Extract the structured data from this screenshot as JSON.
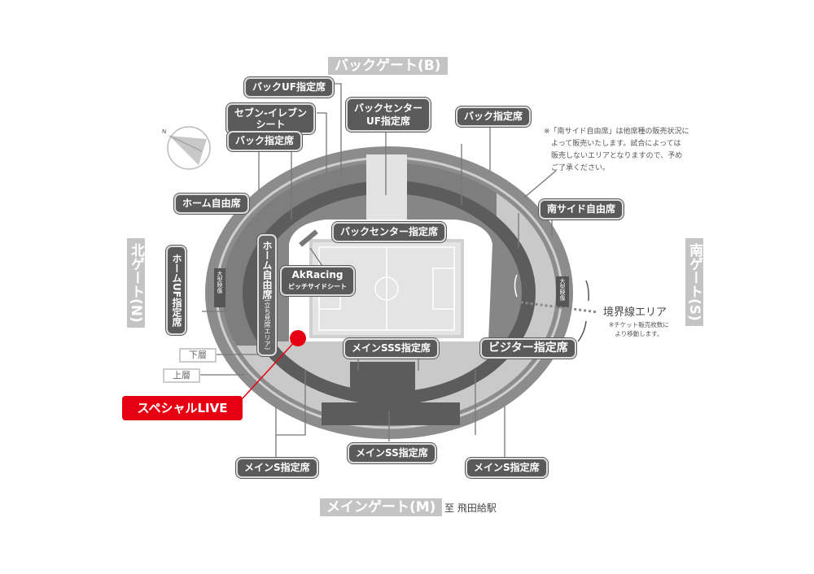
{
  "gates": {
    "back": "バックゲート(B)",
    "north": "北ゲート(N)",
    "south": "南ゲート(S)",
    "main": "メインゲート(M)",
    "main_station": "至 飛田給駅"
  },
  "sections": {
    "back_uf": "バックUF指定席",
    "seven_eleven_1": "セブン-イレブン",
    "seven_eleven_2": "シート",
    "back_reserved_left": "バック指定席",
    "back_center_uf_1": "バックセンター",
    "back_center_uf_2": "UF指定席",
    "back_reserved_right": "バック指定席",
    "home_free": "ホーム自由席",
    "home_uf": "ホームUF指定席",
    "home_free_standing": "ホーム自由席",
    "home_free_standing_sub": "(立ち見席エリア)",
    "back_center": "バックセンター指定席",
    "akracing_1": "AkRacing",
    "akracing_2": "ピッチサイドシート",
    "south_free": "南サイド自由席",
    "visitor": "ビジター指定席",
    "main_sss": "メインSSS指定席",
    "main_ss": "メインSS指定席",
    "main_s_left": "メインS指定席",
    "main_s_right": "メインS指定席",
    "lower_tier": "下層",
    "upper_tier": "上層",
    "big_screen_north": "大型映像",
    "big_screen_south": "大型映像",
    "boundary": "境界線エリア",
    "boundary_note": "※チケット販売枚数に\nより移動します。"
  },
  "note": "※「南サイド自由席」は他席種の販売状況に\n　よって販売いたします。試合によっては\n　販売しないエリアとなりますので、予め\n　ご了承ください。",
  "compass": "N",
  "highlight": {
    "label": "スペシャルLIVE",
    "color": "#e60012"
  }
}
